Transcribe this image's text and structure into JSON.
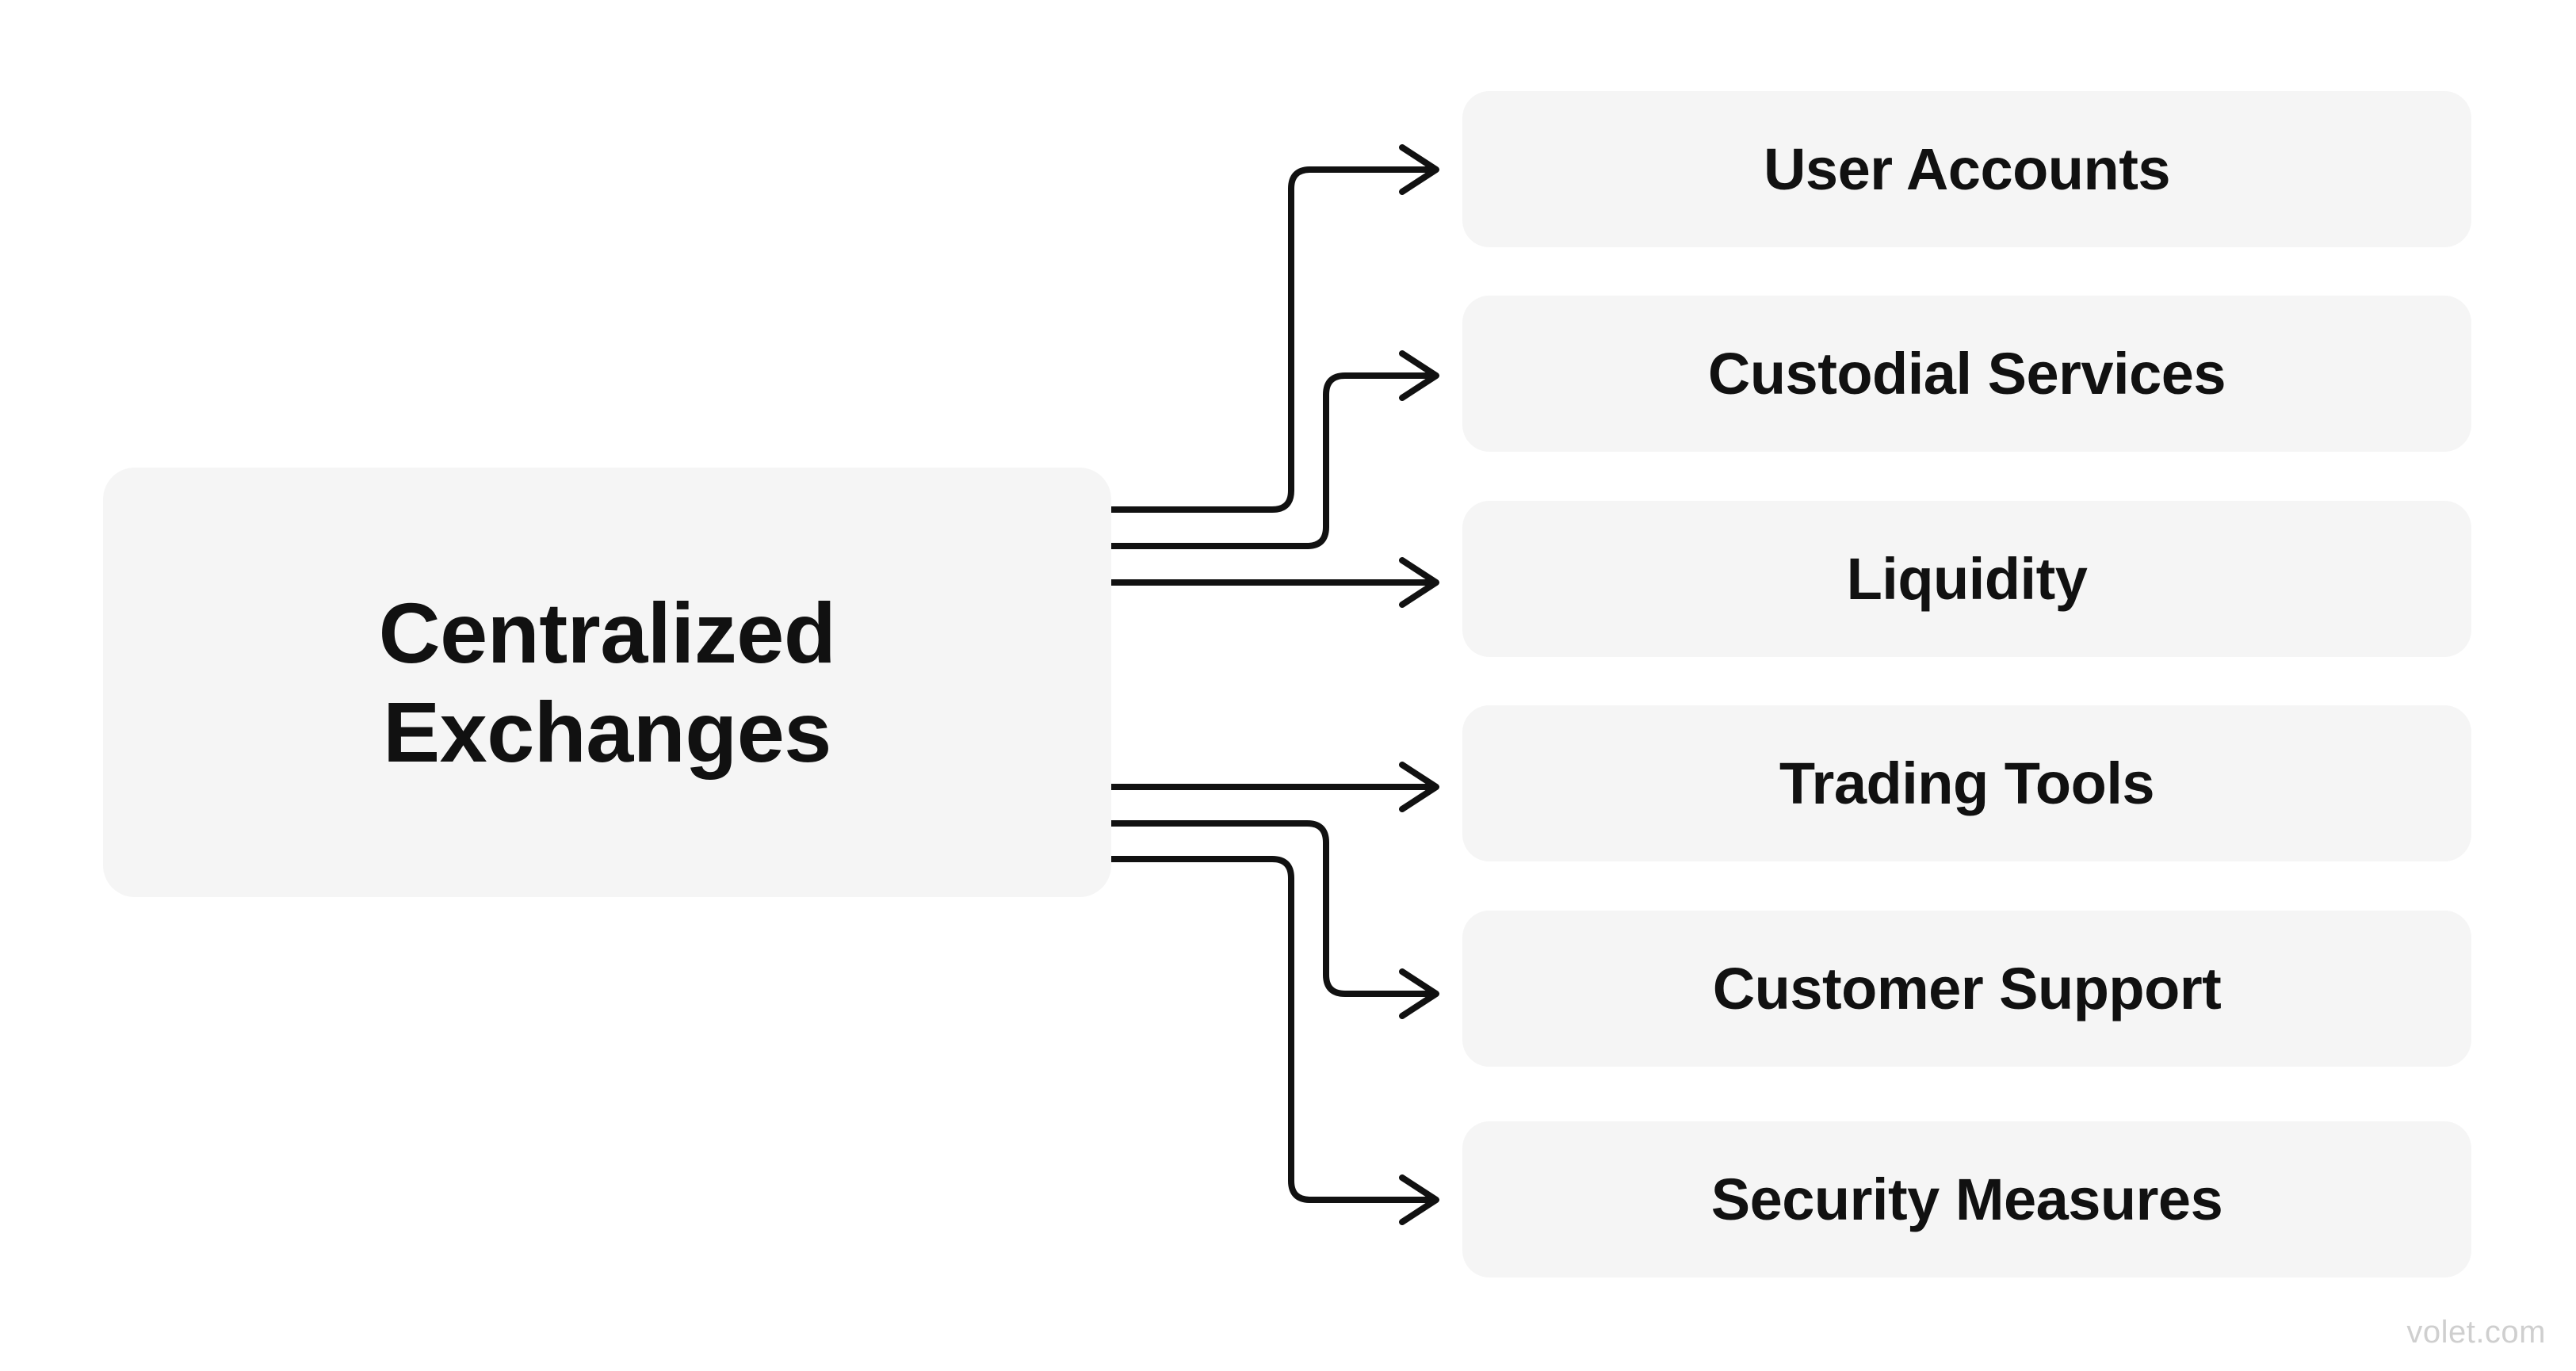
{
  "diagram": {
    "type": "mind-map",
    "title": "Centralized Exchanges",
    "root": {
      "label": "Centralized\nExchanges",
      "line1": "Centralized",
      "line2": "Exchanges",
      "fill": "#f5f5f5",
      "text_color": "#111111"
    },
    "branches": [
      {
        "label": "User Accounts",
        "fill": "#f5f5f5",
        "text_color": "#111111"
      },
      {
        "label": "Custodial Services",
        "fill": "#f5f5f5",
        "text_color": "#111111"
      },
      {
        "label": "Liquidity",
        "fill": "#f5f5f5",
        "text_color": "#111111"
      },
      {
        "label": "Trading Tools",
        "fill": "#f5f5f5",
        "text_color": "#111111"
      },
      {
        "label": "Customer Support",
        "fill": "#f5f5f5",
        "text_color": "#111111"
      },
      {
        "label": "Security Measures",
        "fill": "#f5f5f5",
        "text_color": "#111111"
      }
    ],
    "connector_color": "#111111",
    "background": "#ffffff"
  },
  "watermark": {
    "text": "volet.com",
    "color": "#cfcfcf"
  }
}
